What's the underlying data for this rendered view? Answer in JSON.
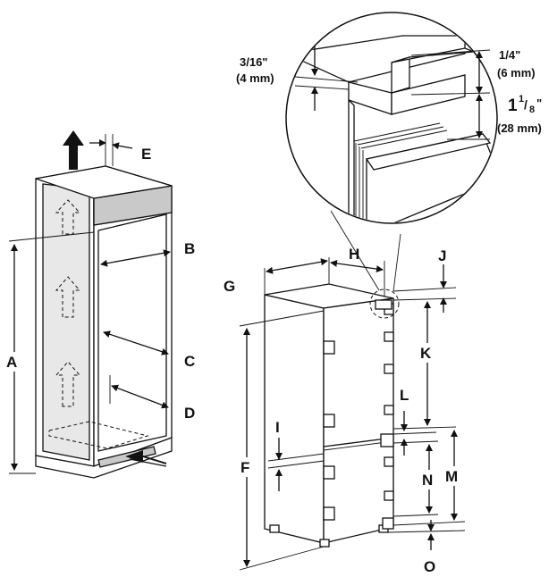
{
  "left_cabinet": {
    "labels": {
      "A": "A",
      "B": "B",
      "C": "C",
      "D": "D",
      "E": "E"
    }
  },
  "fridge": {
    "labels": {
      "F": "F",
      "G": "G",
      "H": "H",
      "I": "I",
      "J": "J",
      "K": "K",
      "L": "L",
      "M": "M",
      "N": "N",
      "O": "O"
    }
  },
  "detail_callout": {
    "gap_top": {
      "inch": "3/16\"",
      "mm": "(4 mm)"
    },
    "panel_thickness": {
      "inch": "1/4\"",
      "mm": "(6 mm)"
    },
    "door_gap": {
      "whole": "1",
      "num": "1",
      "den": "8",
      "inch_mark": "\"",
      "mm": "(28 mm)"
    }
  }
}
